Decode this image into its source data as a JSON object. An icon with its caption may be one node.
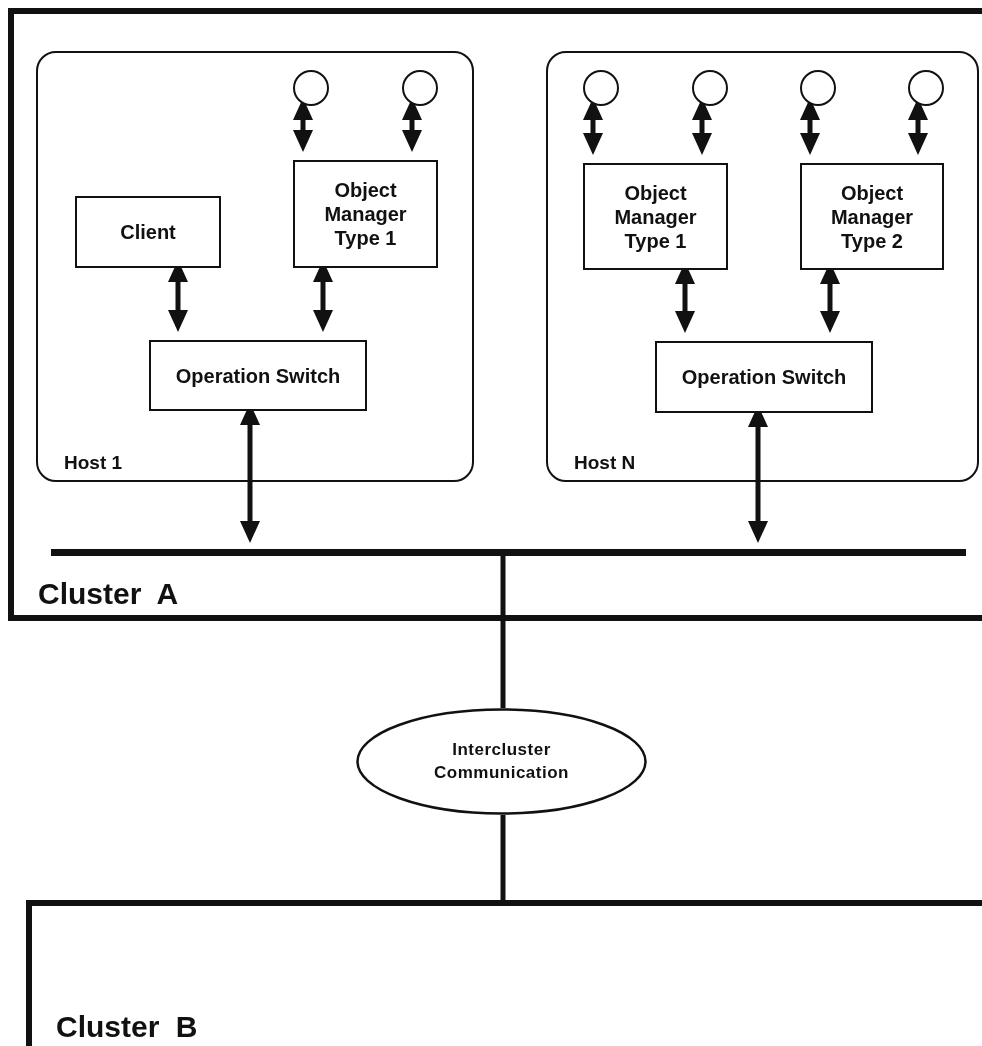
{
  "diagram": {
    "nodes": [
      {
        "text": [
          "Cluster A"
        ]
      },
      {
        "text": [
          "Host 1"
        ],
        "in": 0
      },
      {
        "text": [],
        "shape": "circle",
        "in": 1
      },
      {
        "text": [],
        "shape": "circle",
        "in": 1
      },
      {
        "text": [
          "Client"
        ],
        "in": 1
      },
      {
        "text": [
          "Object Manager Type 1"
        ],
        "in": 1
      },
      {
        "text": [
          "Operation Switch"
        ],
        "in": 1
      },
      {
        "text": [
          "Host N"
        ],
        "in": 0
      },
      {
        "text": [],
        "shape": "circle",
        "in": 7
      },
      {
        "text": [],
        "shape": "circle",
        "in": 7
      },
      {
        "text": [],
        "shape": "circle",
        "in": 7
      },
      {
        "text": [],
        "shape": "circle",
        "in": 7
      },
      {
        "text": [
          "Object Manager Type 1"
        ],
        "in": 7
      },
      {
        "text": [
          "Object Manager Type 2"
        ],
        "in": 7
      },
      {
        "text": [
          "Operation Switch"
        ],
        "in": 7
      },
      {
        "text": [],
        "shape": "bar",
        "in": 0
      },
      {
        "text": [
          "Intercluster Communication"
        ]
      },
      {
        "text": [
          "Cluster B"
        ]
      }
    ],
    "edges": [
      {
        "from": 2,
        "to": 5,
        "arrow": "both"
      },
      {
        "from": 3,
        "to": 5,
        "arrow": "both"
      },
      {
        "from": 4,
        "to": 6,
        "arrow": "both"
      },
      {
        "from": 5,
        "to": 6,
        "arrow": "both"
      },
      {
        "from": 6,
        "to": 15,
        "arrow": "both"
      },
      {
        "from": 8,
        "to": 12,
        "arrow": "both"
      },
      {
        "from": 9,
        "to": 12,
        "arrow": "both"
      },
      {
        "from": 10,
        "to": 13,
        "arrow": "both"
      },
      {
        "from": 11,
        "to": 13,
        "arrow": "both"
      },
      {
        "from": 12,
        "to": 14,
        "arrow": "both"
      },
      {
        "from": 13,
        "to": 14,
        "arrow": "both"
      },
      {
        "from": 14,
        "to": 15,
        "arrow": "both"
      },
      {
        "from": 15,
        "to": 16,
        "arrow": "none"
      },
      {
        "from": 16,
        "to": 17,
        "arrow": "none"
      }
    ]
  }
}
